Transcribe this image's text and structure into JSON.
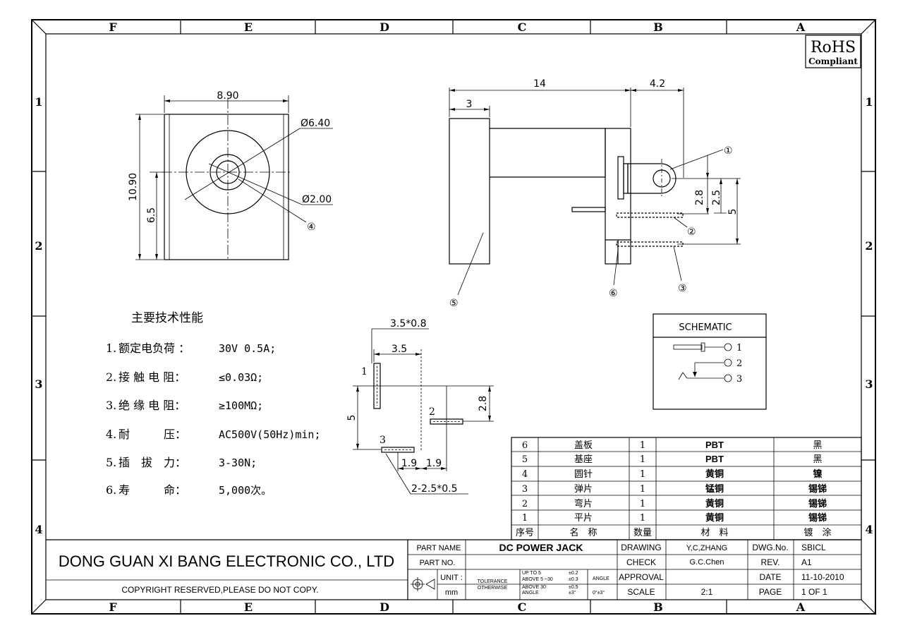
{
  "border": {
    "col_labels": [
      "F",
      "E",
      "D",
      "C",
      "B",
      "A"
    ],
    "row_labels": [
      "1",
      "2",
      "3",
      "4"
    ]
  },
  "rohs": {
    "line1": "RoHS",
    "line2": "Compliant"
  },
  "front_view": {
    "width": "8.90",
    "height": "10.90",
    "center_height": "6.5",
    "outer_dia": "Ø6.40",
    "inner_dia": "Ø2.00",
    "callout_4": "④"
  },
  "side_view": {
    "length": "14",
    "front_part": "3",
    "tail": "4.2",
    "dim_25": "2.5",
    "dim_28": "2.8",
    "dim_5": "5",
    "callouts": [
      "①",
      "②",
      "③",
      "⑤",
      "⑥"
    ]
  },
  "specs": {
    "title": "主要技术性能",
    "lines": [
      {
        "num": "1.",
        "label": "额定电负荷 ：",
        "value": "30V 0.5A;"
      },
      {
        "num": "2.",
        "label": "接 触 电 阻：",
        "value": "≤0.03Ω;"
      },
      {
        "num": "3.",
        "label": "绝 缘 电 阻：",
        "value": "≥100MΩ;"
      },
      {
        "num": "4.",
        "label": "耐　　　压：",
        "value": "AC500V(50Hz)min;"
      },
      {
        "num": "5.",
        "label": "插　拔　力：",
        "value": "3-30N;"
      },
      {
        "num": "6.",
        "label": "寿　　　命：",
        "value": "5,000次。"
      }
    ]
  },
  "footprint": {
    "pad_size": "3.5*0.8",
    "dim_35": "3.5",
    "dim_28": "2.8",
    "dim_5": "5",
    "dim_19a": "1.9",
    "dim_19b": "1.9",
    "hole": "2-2.5*0.5",
    "pin1": "1",
    "pin2": "2",
    "pin3": "3"
  },
  "schematic": {
    "title": "SCHEMATIC",
    "pins": [
      "1",
      "2",
      "3"
    ]
  },
  "bom": {
    "header": {
      "no": "序号",
      "name": "名　称",
      "qty": "数量",
      "material": "材　料",
      "plating": "镀　涂"
    },
    "rows": [
      {
        "no": "6",
        "name": "盖板",
        "qty": "1",
        "material": "PBT",
        "plating": "黑"
      },
      {
        "no": "5",
        "name": "基座",
        "qty": "1",
        "material": "PBT",
        "plating": "黑"
      },
      {
        "no": "4",
        "name": "圆针",
        "qty": "1",
        "material": "黄铜",
        "plating": "镍"
      },
      {
        "no": "3",
        "name": "弹片",
        "qty": "1",
        "material": "锰铜",
        "plating": "锡锑"
      },
      {
        "no": "2",
        "name": "弯片",
        "qty": "1",
        "material": "黄铜",
        "plating": "锡锑"
      },
      {
        "no": "1",
        "name": "平片",
        "qty": "1",
        "material": "黄铜",
        "plating": "锡锑"
      }
    ]
  },
  "title_block": {
    "company": "DONG GUAN XI BANG ELECTRONIC CO., LTD",
    "copyright": "COPYRIGHT RESERVED,PLEASE DO NOT COPY.",
    "part_name_label": "PART NAME",
    "part_name": "DC POWER JACK",
    "part_no_label": "PART NO.",
    "part_no": "",
    "unit_label": "UNIT :",
    "unit": "mm",
    "tolerance_label": "TOLERANCE",
    "otherwise_label": "OTHERWISE",
    "tol_up5": "UP TO 5",
    "tol_up5_val": "±0.2",
    "tol_5_30": "ABOVE 5 ~30",
    "tol_5_30_val": "±0.3",
    "tol_30": "ABOVE 30",
    "tol_30_val": "±0.5",
    "angle_sub": "ANGLE",
    "angle_sub_val": "±3°",
    "angle_label": "ANGLE",
    "angle_val": "0°±3°",
    "drawing_label": "DRAWING",
    "drawing_by": "Y,C,ZHANG",
    "check_label": "CHECK",
    "check_by": "G.C.Chen",
    "approval_label": "APPROVAL",
    "approval_by": "",
    "scale_label": "SCALE",
    "scale": "2:1",
    "dwg_label": "DWG.No.",
    "dwg_no": "SBICL",
    "rev_label": "REV.",
    "rev": "A1",
    "date_label": "DATE",
    "date": "11-10-2010",
    "page_label": "PAGE",
    "page": "1 OF 1"
  }
}
